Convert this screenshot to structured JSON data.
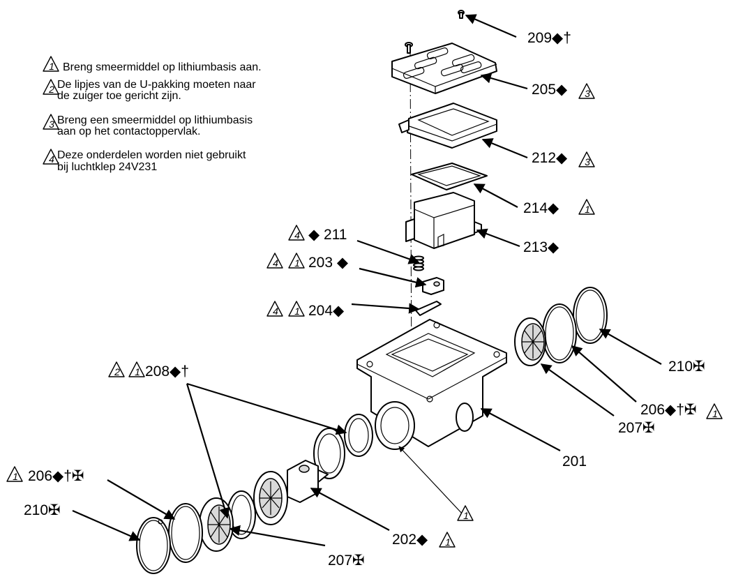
{
  "legend": {
    "notes": [
      {
        "num": "1",
        "text_lines": [
          "Breng smeermiddel op lithiumbasis aan."
        ]
      },
      {
        "num": "2",
        "text_lines": [
          "De lipjes van de U-pakking moeten naar",
          "de zuiger toe gericht zijn."
        ]
      },
      {
        "num": "3",
        "text_lines": [
          "Breng een smeermiddel op lithiumbasis",
          "aan op het contactoppervlak."
        ]
      },
      {
        "num": "4",
        "text_lines": [
          " Deze onderdelen worden niet gebruikt",
          "bij luchtklep 24V231"
        ]
      }
    ]
  },
  "callouts": {
    "c209": {
      "text": "209◆†"
    },
    "c205": {
      "text": "205◆",
      "notes": [
        "3"
      ]
    },
    "c212": {
      "text": "212◆",
      "notes": [
        "3"
      ]
    },
    "c214": {
      "text": "214◆",
      "notes": [
        "1"
      ]
    },
    "c213": {
      "text": "213◆"
    },
    "c211": {
      "pre_notes": [
        "4"
      ],
      "text": "◆ 211"
    },
    "c203": {
      "pre_notes": [
        "4",
        "1"
      ],
      "text": "203 ◆"
    },
    "c204": {
      "pre_notes": [
        "4",
        "1"
      ],
      "text": "204◆"
    },
    "c208": {
      "pre_notes": [
        "2",
        "1"
      ],
      "text": "208◆†"
    },
    "c210r": {
      "text": "210✠"
    },
    "c206r": {
      "text": "206◆†✠",
      "notes": [
        "1"
      ]
    },
    "c207r": {
      "text": "207✠"
    },
    "c201": {
      "text": "201"
    },
    "c206l": {
      "pre_notes": [
        "1"
      ],
      "text": "206◆†✠"
    },
    "c210l": {
      "text": "210✠"
    },
    "c202": {
      "text": "202◆",
      "notes": [
        "1"
      ]
    },
    "c207b": {
      "text": "207✠"
    },
    "cnote1": {
      "notes": [
        "1"
      ]
    }
  }
}
